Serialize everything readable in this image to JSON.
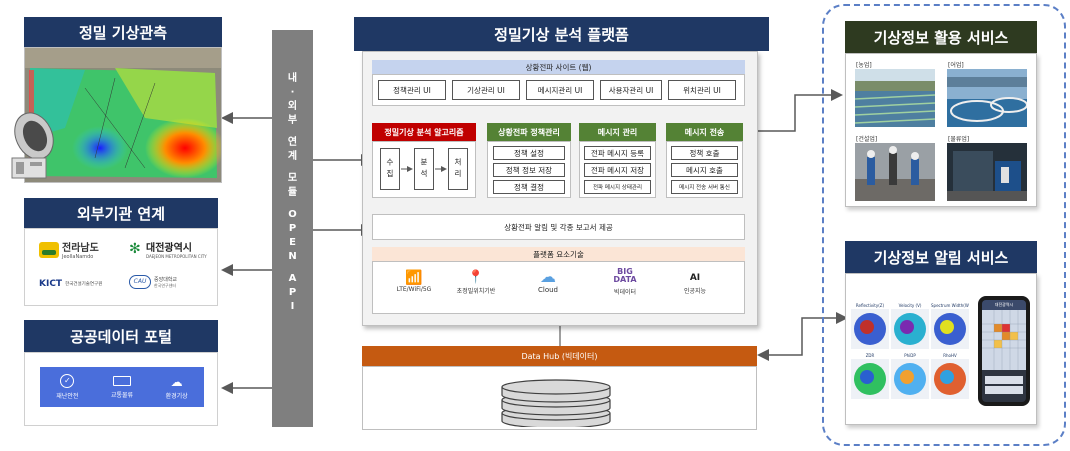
{
  "left": {
    "obs_title": "정밀 기상관측",
    "ext_title": "외부기관 연계",
    "ext_logos": [
      "전라남도",
      "JeollaNamdo",
      "대전광역시",
      "DAEJEON METROPOLITAN CITY",
      "KICT",
      "한국건설기술연구원",
      "중앙대학교",
      "한국연구센터"
    ],
    "portal_title": "공공데이터 포털",
    "portal_items": [
      "재난안전",
      "교통물류",
      "환경기상"
    ]
  },
  "interface": {
    "chars": [
      "내",
      "·",
      "외",
      "부",
      "",
      "연",
      "계",
      "",
      "모",
      "듈",
      "",
      "O",
      "P",
      "E",
      "N",
      "",
      "A",
      "P",
      "I"
    ]
  },
  "platform": {
    "title": "정밀기상 분석 플랫폼",
    "site_title": "상황전파 사이트 (웹)",
    "ui_items": [
      "정책관리 UI",
      "기상관리 UI",
      "메시지관리 UI",
      "사용자관리 UI",
      "위치관리 UI"
    ],
    "algo_title": "정밀기상 분석 알고리즘",
    "algo_steps": [
      "수집",
      "분석",
      "처리"
    ],
    "policy_title": "상황전파 정책관리",
    "policy_items": [
      "정책 설정",
      "정책 정보 저장",
      "정책 결정"
    ],
    "msg_title": "메시지 관리",
    "msg_items": [
      "전파 메시지 등록",
      "전파 메시지 저장",
      "전파 메시지 상태관리"
    ],
    "send_title": "메시지 전송",
    "send_items": [
      "정책 호출",
      "메시지 호출",
      "메시지 전송 서버 통신"
    ],
    "report": "상황전파 알림 및 각종 보고서 제공",
    "tech_title": "플랫폼 요소기술",
    "tech_items": [
      "LTE/WiFi/5G",
      "초정밀위치기반",
      "Cloud",
      "빅데이터",
      "인공지능"
    ],
    "tech_icon_text": [
      "BIG",
      "DATA",
      "AI"
    ],
    "hub_title": "Data Hub (빅데이터)"
  },
  "right": {
    "use_title": "기상정보 활용 서비스",
    "use_items": [
      "[농업]",
      "[어업]",
      "[건설업]",
      "[물류업]"
    ],
    "alert_title": "기상정보 알림 서비스",
    "radar_labels": [
      "Reflectivity(Z)",
      "Velocity (V)",
      "Spectrum Width(W)",
      "ZDR",
      "PhiDP",
      "RhoHV"
    ],
    "phone_title": "대전광역시"
  },
  "colors": {
    "navy": "#1f3864",
    "green": "#548235",
    "red": "#c00000",
    "orange": "#c55a11",
    "interface_gray": "#7f7f7f"
  }
}
